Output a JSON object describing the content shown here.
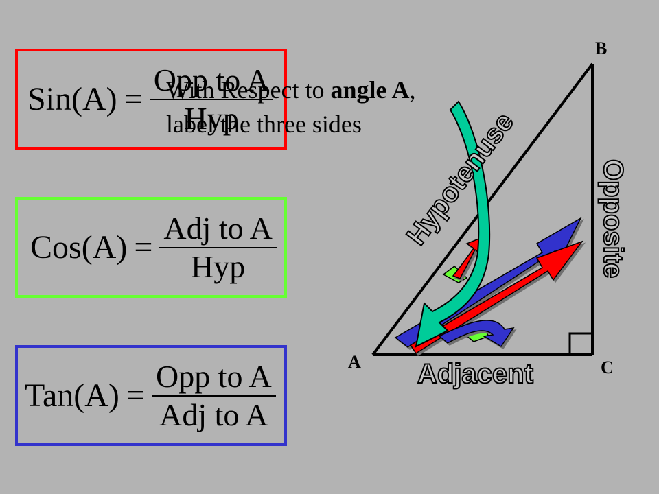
{
  "formulas": {
    "sin": {
      "fn": "Sin(A)",
      "eq": "=",
      "numerator": "Opp to A",
      "denominator": "Hyp",
      "border_color": "#ff0000"
    },
    "cos": {
      "fn": "Cos(A)",
      "eq": "=",
      "numerator": "Adj to A",
      "denominator": "Hyp",
      "border_color": "#66ff33"
    },
    "tan": {
      "fn": "Tan(A)",
      "eq": "=",
      "numerator": "Opp to A",
      "denominator": "Adj to A",
      "border_color": "#3333cc"
    }
  },
  "prompt": {
    "line1_pre": "With Respect to ",
    "line1_bold": "angle A",
    "line1_post": ",",
    "line2": "label the three sides"
  },
  "triangle": {
    "vertex_a": "A",
    "vertex_b": "B",
    "vertex_c": "C",
    "side_hypotenuse": "Hypotenuse",
    "side_opposite": "Opposite",
    "side_adjacent": "Adjacent"
  },
  "colors": {
    "background": "#b3b3b3",
    "arrow_green": "#00cc99",
    "arrow_blue": "#3333cc",
    "arrow_red": "#ff0000",
    "accent_green": "#66ff33"
  }
}
